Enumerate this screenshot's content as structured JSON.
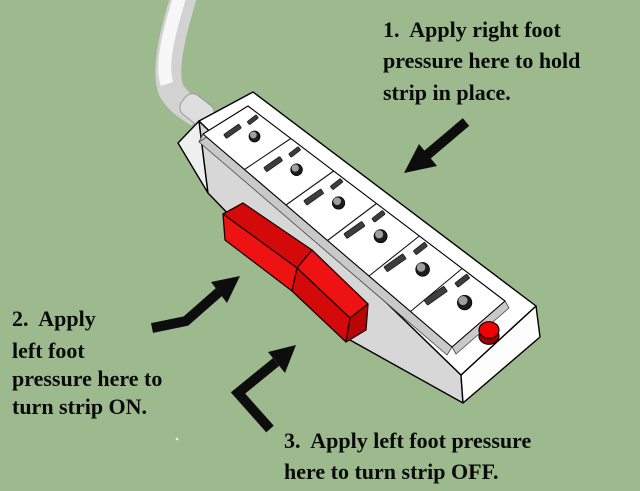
{
  "steps": {
    "step1": {
      "lines": [
        "1.  Apply right foot",
        "pressure here to hold",
        "strip in place."
      ]
    },
    "step2": {
      "lines": [
        "2.  Apply",
        "left foot",
        "pressure here to",
        "turn strip ON."
      ]
    },
    "step3": {
      "lines": [
        "3.  Apply left foot pressure",
        "here to turn strip OFF."
      ]
    }
  },
  "diagram": {
    "outlet_count": 6
  },
  "colors": {
    "background": "#9cba8e",
    "strip_top": "#ffffff",
    "strip_side": "#d7d7d7",
    "strip_end": "#fdfdfd",
    "strip_left_sliver": "#efefef",
    "panel_white": "#ffffff",
    "panel_bevel": "#c9c9c9",
    "slot_dark": "#3d3d3d",
    "slot_highlight": "#fbfbfb",
    "ground_dark": "#1c1c1c",
    "ground_light": "#9f9f9f",
    "lever_bright": "#ee1212",
    "lever_mid": "#d40909",
    "lever_cap": "#b80606",
    "button_red": "#ee0202",
    "button_rim": "#9c0101",
    "arrow_black": "#0d0d0d",
    "cord_gray": "#d2d2d2"
  }
}
